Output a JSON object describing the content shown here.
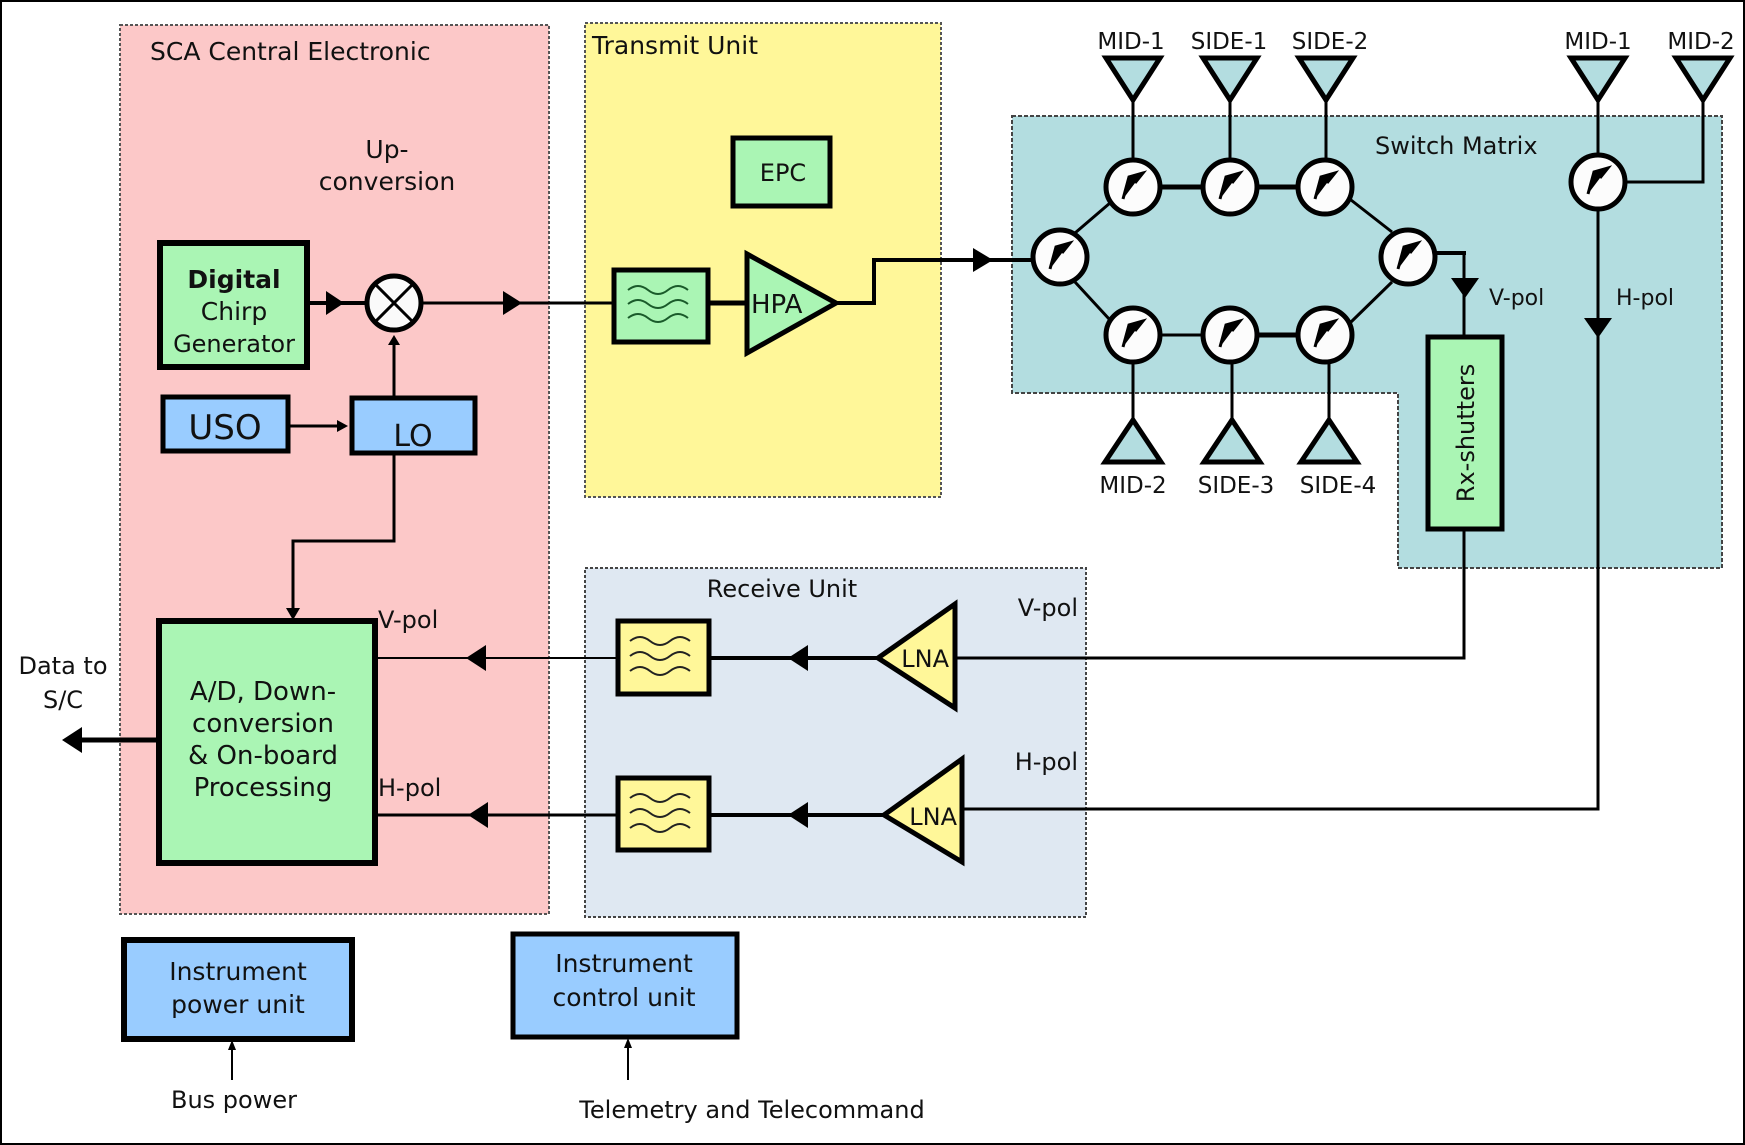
{
  "diagram": {
    "colors": {
      "sca_bg": "#fcc8c8",
      "transmit_bg": "#fff799",
      "switch_bg": "#b3dde0",
      "receive_bg": "#dfe8f2",
      "green_block": "#aaf5b4",
      "blue_block": "#99ccff",
      "yellow_block": "#fff799",
      "line": "#000000"
    },
    "groups": {
      "sca": {
        "title": "SCA Central Electronic",
        "upconversion": [
          "Up-",
          "conversion"
        ]
      },
      "transmit": {
        "title": "Transmit Unit"
      },
      "switch_matrix": {
        "title": "Switch Matrix"
      },
      "receive": {
        "title": "Receive Unit",
        "v_pol": "V-pol",
        "h_pol": "H-pol"
      }
    },
    "blocks": {
      "chirp": [
        "Digital",
        "Chirp",
        "Generator"
      ],
      "uso": "USO",
      "lo": "LO",
      "adc": [
        "A/D, Down-",
        "conversion",
        "& On-board",
        "Processing"
      ],
      "epc": "EPC",
      "hpa": "HPA",
      "lna_v": "LNA",
      "lna_h": "LNA",
      "rx_shutters": "Rx-shutters",
      "power_unit": [
        "Instrument",
        "power unit"
      ],
      "control_unit": [
        "Instrument",
        "control unit"
      ]
    },
    "antennas": {
      "top": [
        "MID-1",
        "SIDE-1",
        "SIDE-2"
      ],
      "bottom": [
        "MID-2",
        "SIDE-3",
        "SIDE-4"
      ],
      "hpol": [
        "MID-1",
        "MID-2"
      ]
    },
    "labels": {
      "sca_v_pol": "V-pol",
      "sca_h_pol": "H-pol",
      "sw_v_pol": "V-pol",
      "sw_h_pol": "H-pol",
      "data_to": [
        "Data to",
        "S/C"
      ],
      "bus_power": "Bus power",
      "tm_tc": "Telemetry and Telecommand"
    }
  }
}
